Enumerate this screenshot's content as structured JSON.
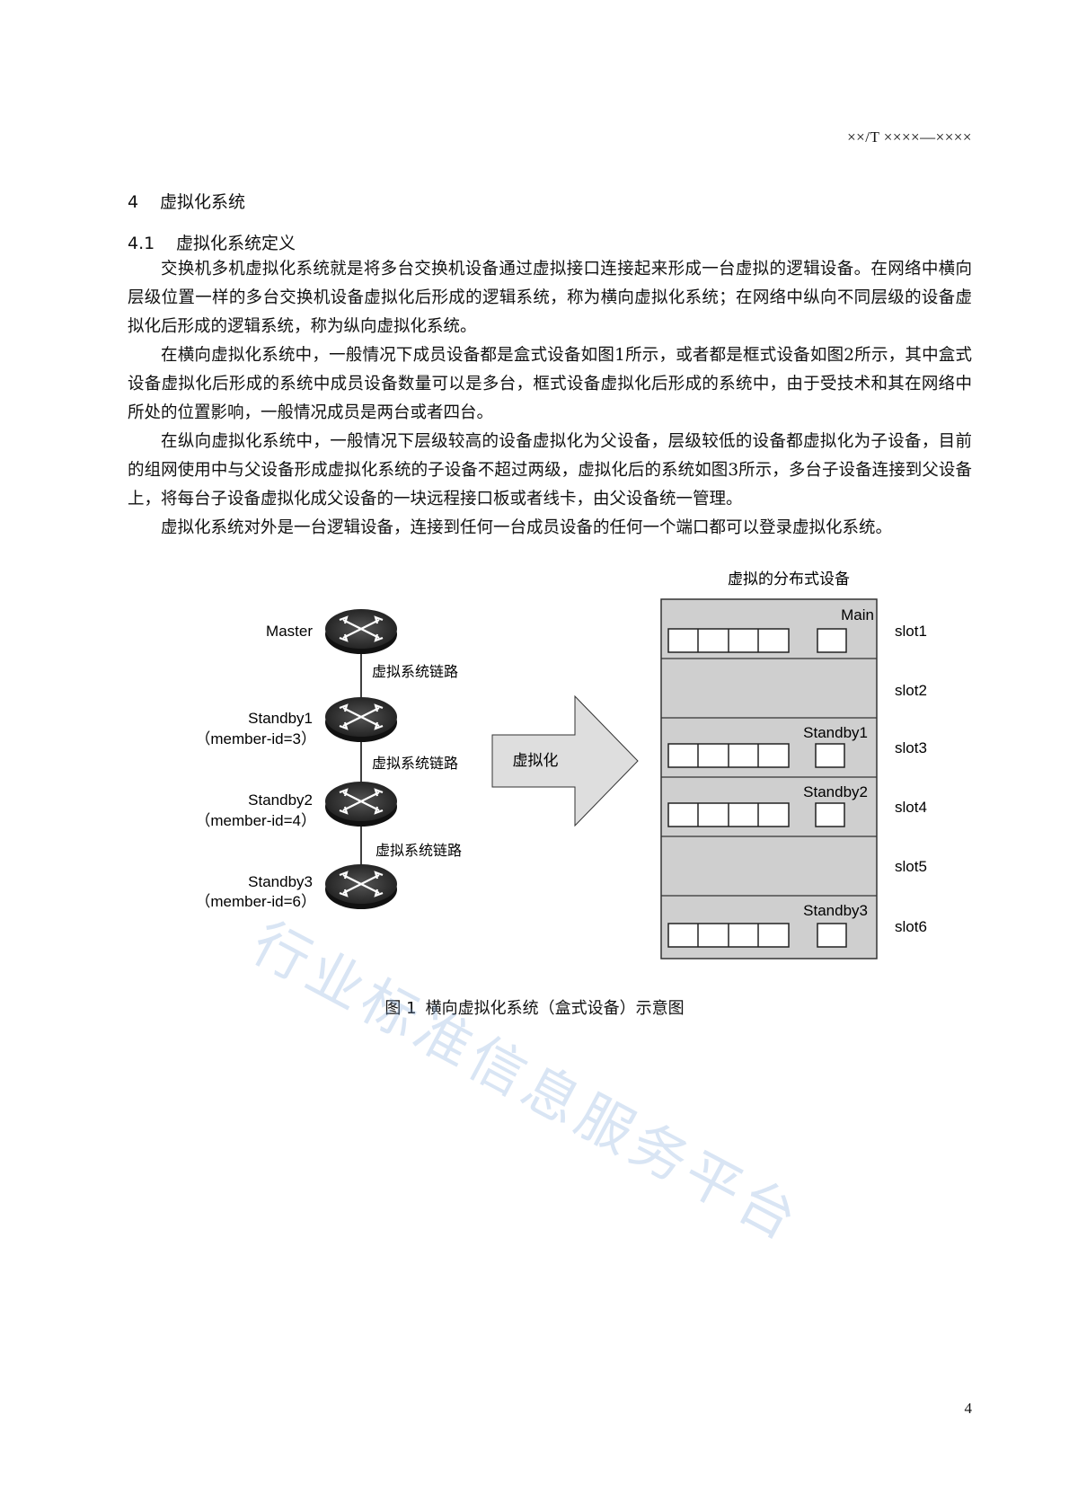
{
  "header": {
    "standard_code": "××/T ××××—××××"
  },
  "section": {
    "number": "4",
    "title": "虚拟化系统"
  },
  "subsection": {
    "number": "4.1",
    "title": "虚拟化系统定义"
  },
  "paragraphs": [
    "交换机多机虚拟化系统就是将多台交换机设备通过虚拟接口连接起来形成一台虚拟的逻辑设备。在网络中横向层级位置一样的多台交换机设备虚拟化后形成的逻辑系统，称为横向虚拟化系统；在网络中纵向不同层级的设备虚拟化后形成的逻辑系统，称为纵向虚拟化系统。",
    "在横向虚拟化系统中，一般情况下成员设备都是盒式设备如图1所示，或者都是框式设备如图2所示，其中盒式设备虚拟化后形成的系统中成员设备数量可以是多台，框式设备虚拟化后形成的系统中，由于受技术和其在网络中所处的位置影响，一般情况成员是两台或者四台。",
    "在纵向虚拟化系统中，一般情况下层级较高的设备虚拟化为父设备，层级较低的设备都虚拟化为子设备，目前的组网使用中与父设备形成虚拟化系统的子设备不超过两级，虚拟化后的系统如图3所示，多台子设备连接到父设备上，将每台子设备虚拟化成父设备的一块远程接口板或者线卡，由父设备统一管理。",
    "虚拟化系统对外是一台逻辑设备，连接到任何一台成员设备的任何一个端口都可以登录虚拟化系统。"
  ],
  "figure": {
    "devices": [
      {
        "name": "Master",
        "member_id": ""
      },
      {
        "name": "Standby1",
        "member_id": "（member-id=3）"
      },
      {
        "name": "Standby2",
        "member_id": "（member-id=4）"
      },
      {
        "name": "Standby3",
        "member_id": "（member-id=6）"
      }
    ],
    "link_label": "虚拟系统链路",
    "arrow_label": "虚拟化",
    "chassis_title": "虚拟的分布式设备",
    "slots": [
      {
        "slot": "slot1",
        "card": "Main"
      },
      {
        "slot": "slot2",
        "card": ""
      },
      {
        "slot": "slot3",
        "card": "Standby1"
      },
      {
        "slot": "slot4",
        "card": "Standby2"
      },
      {
        "slot": "slot5",
        "card": ""
      },
      {
        "slot": "slot6",
        "card": "Standby3"
      }
    ]
  },
  "caption": {
    "number": "图 1",
    "text": "横向虚拟化系统（盒式设备）示意图"
  },
  "watermark": "行业标准信息服务平台",
  "page_number": "4",
  "colors": {
    "chassis_fill": "#cfcfcf",
    "arrow_fill": "#dedede",
    "switch_body": "#2a2a2a"
  }
}
